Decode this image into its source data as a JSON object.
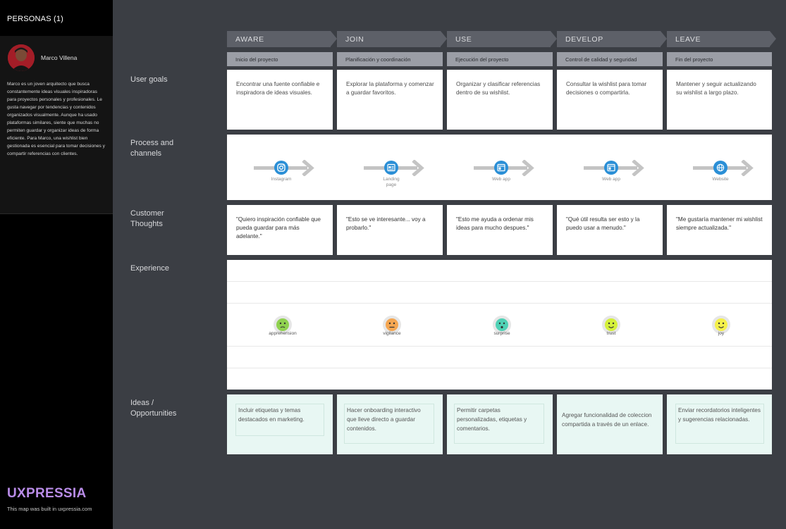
{
  "sidebar": {
    "header": "PERSONAS (1)",
    "persona": {
      "name": "Marco Villena",
      "bio": "Marco es un joven arquitecto que busca constantemente ideas visuales inspiradoras para proyectos personales y profesionales. Le gusta navegar por tendencias y contenidos organizados visualmente. Aunque ha usado plataformas similares, siente que muchas no permiten guardar y organizar ideas de forma eficiente. Para Marco, una wishlist bien gestionada es esencial para tomar decisiones y compartir referencias con clientes."
    },
    "brand": "UXPRESSIA",
    "footer": "This map was built in uxpressia.com"
  },
  "stages": [
    {
      "label": "AWARE",
      "sub": "Inicio del proyecto"
    },
    {
      "label": "JOIN",
      "sub": "Planificación y coordinación"
    },
    {
      "label": "USE",
      "sub": "Ejecución del proyecto"
    },
    {
      "label": "DEVELOP",
      "sub": "Control de calidad y seguridad"
    },
    {
      "label": "LEAVE",
      "sub": "Fin del proyecto"
    }
  ],
  "rows": {
    "user_goals": "User goals",
    "process": "Process and channels",
    "thoughts": "Customer Thoughts",
    "experience": "Experience",
    "ideas": "Ideas / Opportunities"
  },
  "user_goals": [
    "Encontrar una fuente confiable e inspiradora de ideas visuales.",
    "Explorar la plataforma y comenzar a guardar favoritos.",
    "Organizar y clasificar referencias dentro de su wishlist.",
    "Consultar la wishlist para tomar decisiones o compartirla.",
    "Mantener y seguir actualizando su wishlist a largo plazo."
  ],
  "channels": [
    {
      "label": "Instagram",
      "icon": "instagram-icon"
    },
    {
      "label": "Landing page",
      "icon": "landing-page-icon"
    },
    {
      "label": "Web app",
      "icon": "web-app-icon"
    },
    {
      "label": "Web app",
      "icon": "web-app-icon"
    },
    {
      "label": "Website",
      "icon": "globe-icon"
    }
  ],
  "thoughts": [
    "\"Quiero inspiración confiable que pueda guardar para más adelante.\"",
    "\"Esto se ve interesante... voy a probarlo.\"",
    "\"Esto me ayuda a ordenar mis ideas para mucho despues.\"",
    "\"Qué útil resulta ser esto y la puedo usar a menudo.\"",
    "\"Me gustaría mantener mi wishlist siempre actualizada.\""
  ],
  "experience": [
    {
      "label": "apprehension",
      "color": "#8fd14f",
      "level": 2
    },
    {
      "label": "vigilance",
      "color": "#f4a651",
      "level": 2
    },
    {
      "label": "surprise",
      "color": "#4fd1b5",
      "level": 2
    },
    {
      "label": "trust",
      "color": "#d4f03a",
      "level": 2
    },
    {
      "label": "joy",
      "color": "#f4f04a",
      "level": 2
    }
  ],
  "ideas": [
    "Incluir etiquetas y temas destacados en marketing.",
    "Hacer onboarding interactivo que lleve directo a guardar contenidos.",
    "Permitir carpetas personalizadas, etiquetas y comentarios.",
    "Agregar funcionalidad de coleccion compartida a través de un enlace.",
    "Enviar recordatorios inteligentes y sugerencias relacionadas."
  ],
  "colors": {
    "stage_bg": "#5d6068",
    "substage_bg": "#9b9ea6",
    "idea_bg": "#e8f7f3",
    "brand": "#b98ce8",
    "channel_icon": "#2b8fd6"
  }
}
